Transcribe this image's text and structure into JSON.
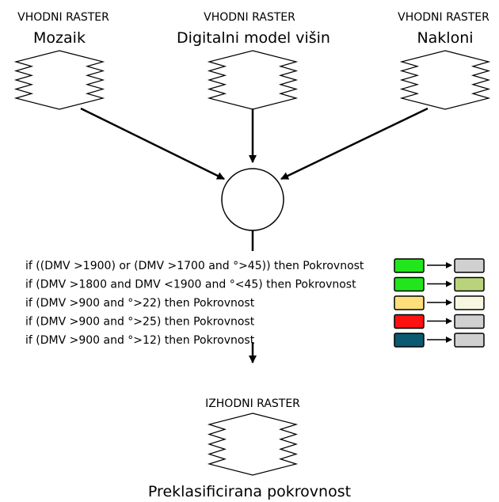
{
  "inputs": [
    {
      "type_label": "VHODNI RASTER",
      "name": "Mozaik"
    },
    {
      "type_label": "VHODNI RASTER",
      "name": "Digitalni model višin"
    },
    {
      "type_label": "VHODNI RASTER",
      "name": "Nakloni"
    }
  ],
  "rules": [
    {
      "text": "if ((DMV >1900) or (DMV >1700 and °>45)) then Pokrovnost",
      "from_color": "#22e61c",
      "to_color": "#d0d0d0"
    },
    {
      "text": "if (DMV >1800 and DMV <1900 and °<45) then Pokrovnost",
      "from_color": "#22e61c",
      "to_color": "#b9d37c"
    },
    {
      "text": "if (DMV >900 and °>22) then Pokrovnost",
      "from_color": "#ffdf7a",
      "to_color": "#f7f7e1"
    },
    {
      "text": "if (DMV >900 and °>25) then Pokrovnost",
      "from_color": "#ff1111",
      "to_color": "#d0d0d0"
    },
    {
      "text": "if (DMV >900 and °>12) then Pokrovnost",
      "from_color": "#0a5a72",
      "to_color": "#d0d0d0"
    }
  ],
  "output": {
    "type_label": "IZHODNI RASTER",
    "name": "Preklasificirana pokrovnost"
  }
}
